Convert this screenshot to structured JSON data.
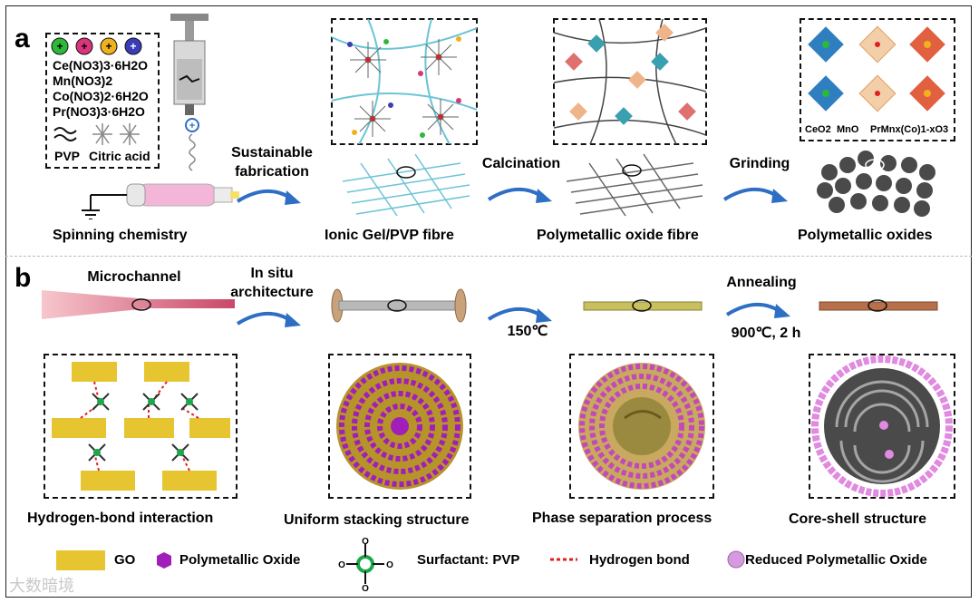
{
  "panel_a": {
    "letter": "a",
    "reagents": [
      "Ce(NO3)3·6H2O",
      "Mn(NO3)2",
      "Co(NO3)2·6H2O",
      "Pr(NO3)3·6H2O"
    ],
    "small_labels": {
      "pvp": "PVP",
      "citric": "Citric acid"
    },
    "steps": {
      "spinning": "Spinning chemistry",
      "sustainable_1": "Sustainable",
      "sustainable_2": "fabrication",
      "ionic_gel": "Ionic Gel/PVP fibre",
      "calcination": "Calcination",
      "oxide_fibre": "Polymetallic oxide fibre",
      "grinding": "Grinding",
      "oxides": "Polymetallic oxides"
    },
    "crystal_labels": [
      "CeO2",
      "MnO",
      "PrMnx(Co)1-xO3"
    ]
  },
  "panel_b": {
    "letter": "b",
    "microchannel": "Microchannel",
    "insitu_1": "In situ",
    "insitu_2": "architecture",
    "temp_1": "150℃",
    "annealing": "Annealing",
    "temp_2": "900℃, 2 h",
    "captions": {
      "hbond": "Hydrogen-bond interaction",
      "uniform": "Uniform stacking structure",
      "phase": "Phase separation process",
      "coreshell": "Core-shell structure"
    }
  },
  "legend": {
    "go": "GO",
    "poly": "Polymetallic Oxide",
    "surfactant": "Surfactant: PVP",
    "hbond": "Hydrogen bond",
    "reduced": "Reduced Polymetallic Oxide"
  },
  "watermark": "大数暗境",
  "colors": {
    "arrow": "#2e6fc4",
    "magenta": "#a01fb8",
    "go_yellow": "#e6c531",
    "hbond_red": "#e02020",
    "fiber_cyan": "#6cc4d6",
    "spring_green": "#1aa84a"
  }
}
